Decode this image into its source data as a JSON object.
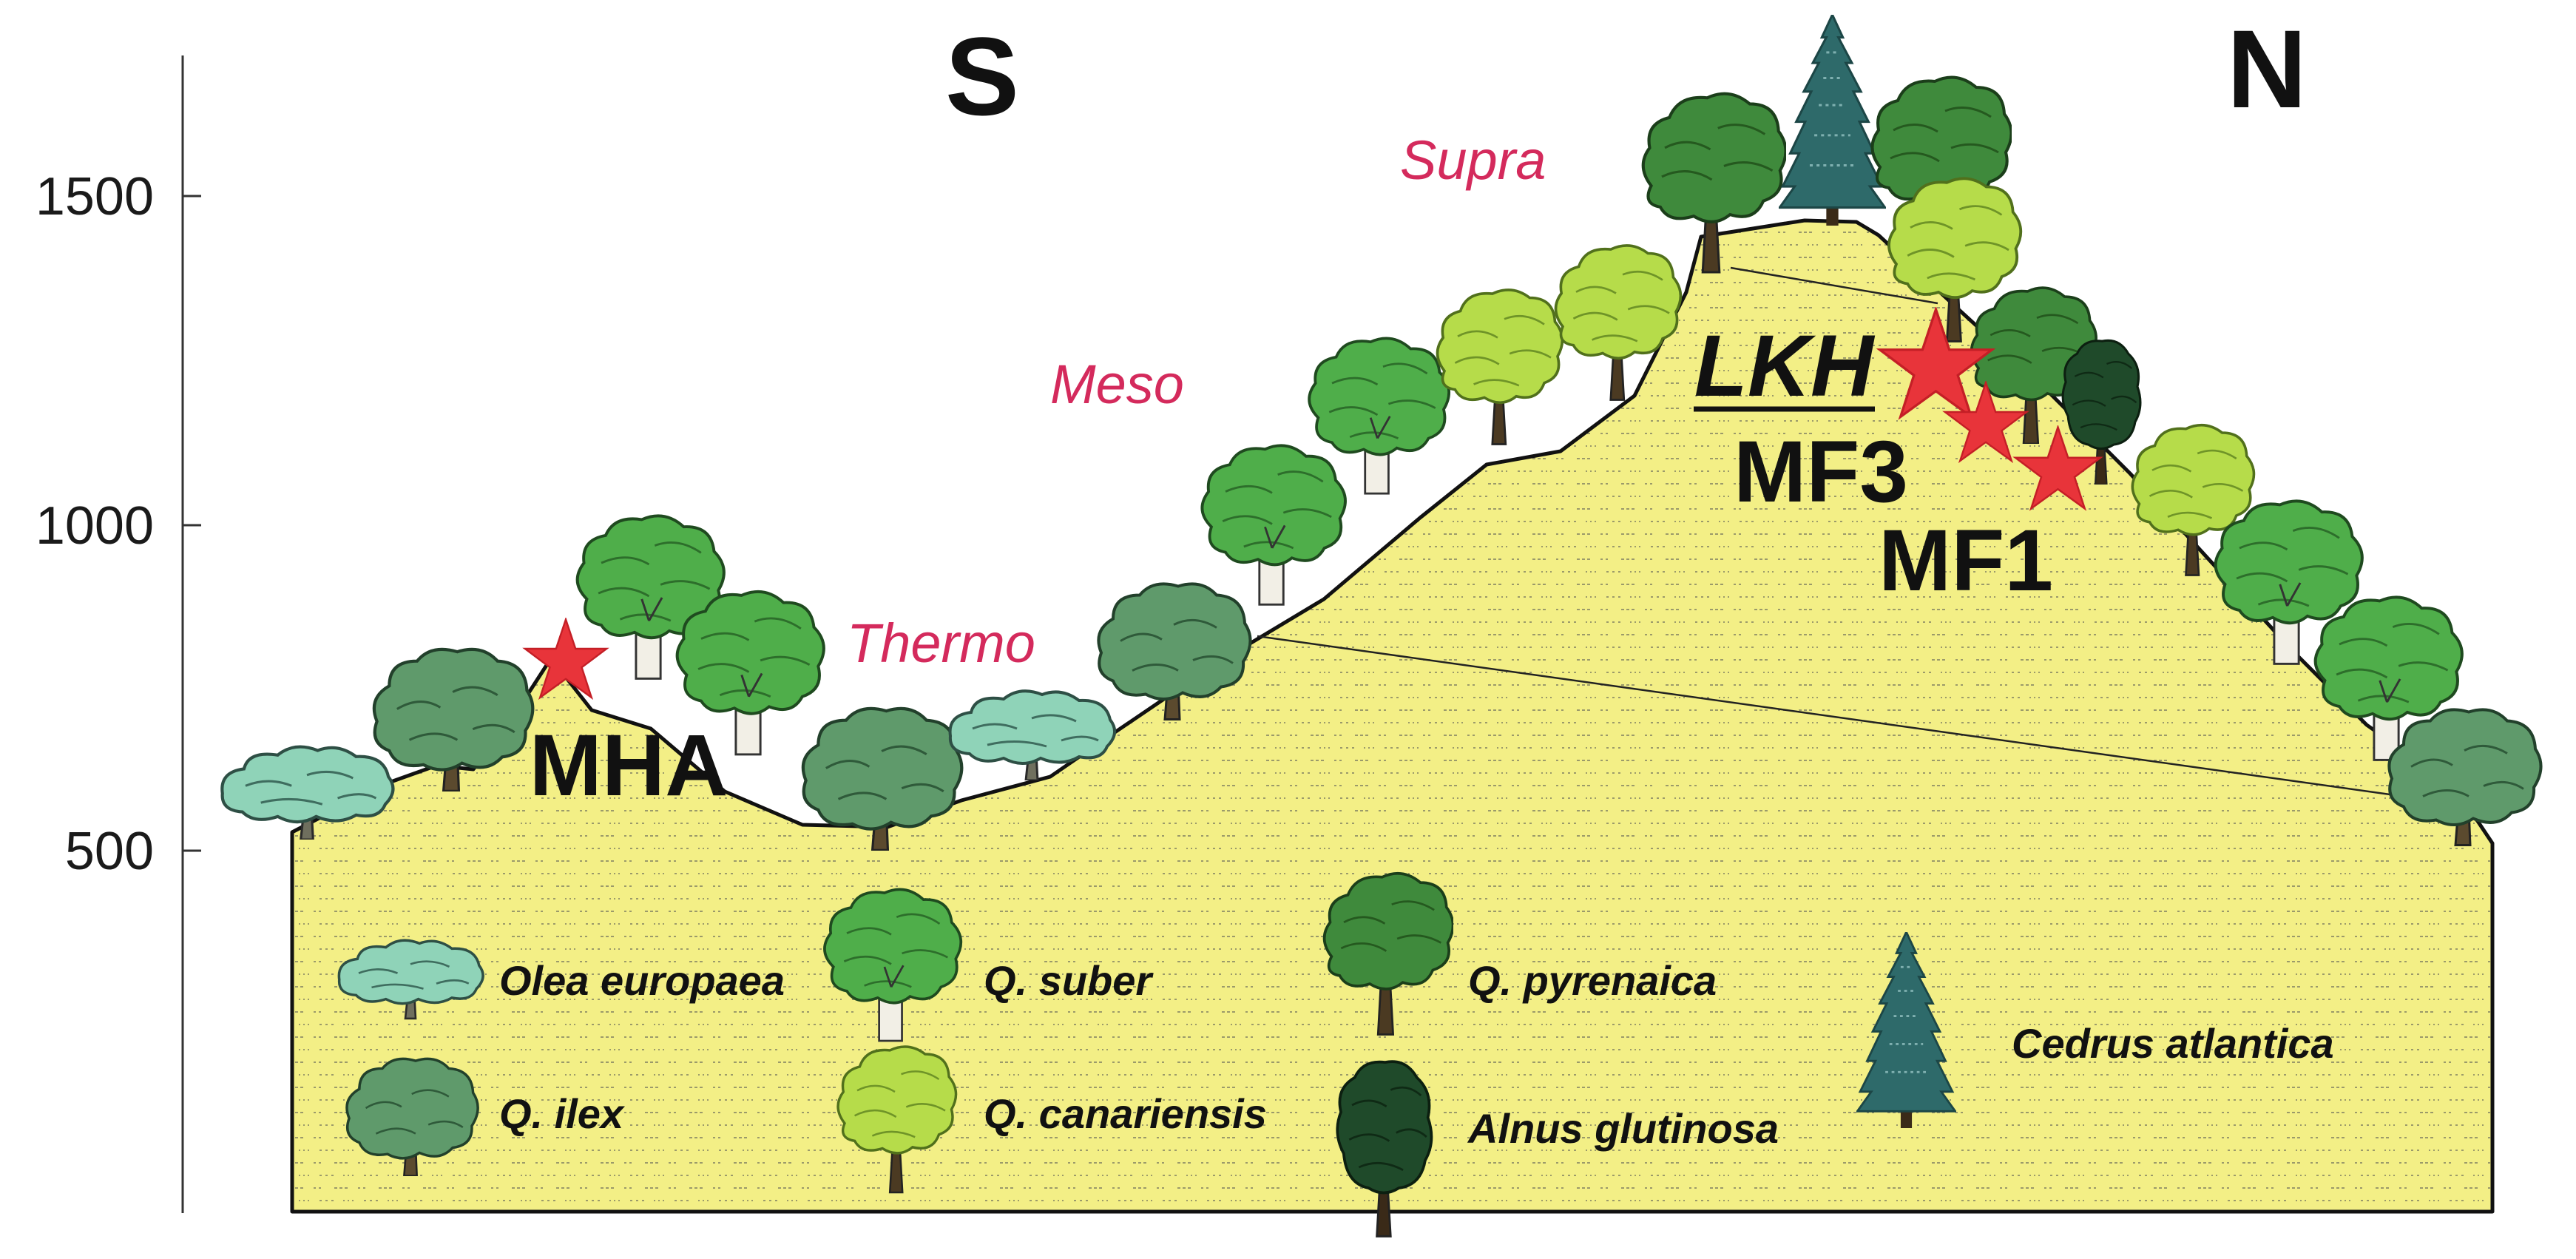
{
  "axis": {
    "ticks": [
      {
        "label": "1500",
        "value": 1500
      },
      {
        "label": "1000",
        "value": 1000
      },
      {
        "label": "500",
        "value": 500
      }
    ]
  },
  "directions": {
    "south": "S",
    "north": "N"
  },
  "belts": {
    "thermo": "Thermo",
    "meso": "Meso",
    "supra": "Supra"
  },
  "sites": {
    "mha": "MHA",
    "lkh": "LKH",
    "mf3": "MF3",
    "mf1": "MF1"
  },
  "legend": {
    "olea": "Olea europaea",
    "ilex": "Q. ilex",
    "suber": "Q. suber",
    "canariensis": "Q. canariensis",
    "pyrenaica": "Q. pyrenaica",
    "alnus": "Alnus glutinosa",
    "cedrus": "Cedrus atlantica"
  },
  "colors": {
    "terrain": "#f3ef86",
    "belt_label": "#d42a5c",
    "star": "#e8343a",
    "olea": "#8fd3b8",
    "ilex": "#5f9a6b",
    "suber": "#4fae4a",
    "canariensis": "#b6dc4a",
    "pyrenaica": "#3f8a3c",
    "alnus": "#1f4a2a",
    "cedrus": "#2e6a6a"
  }
}
